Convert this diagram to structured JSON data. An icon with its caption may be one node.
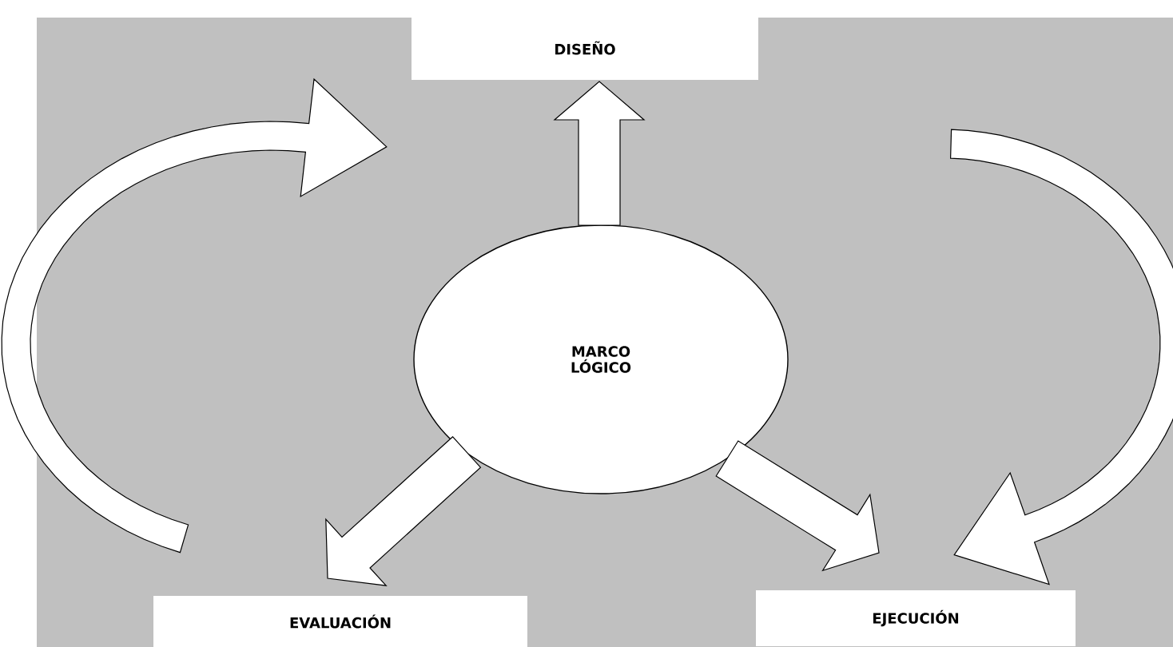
{
  "diagram": {
    "nodes": [
      {
        "text": [
          "DISEÑO"
        ]
      },
      {
        "text": [
          "MARCO LÓGICO"
        ]
      },
      {
        "text": [
          "EVALUACIÓN"
        ]
      },
      {
        "text": [
          "EJECUCIÓN"
        ]
      }
    ],
    "edges": [
      {
        "from": 1,
        "to": 0,
        "arrow": "to"
      },
      {
        "from": 1,
        "to": 2,
        "arrow": "to"
      },
      {
        "from": 1,
        "to": 3,
        "arrow": "to"
      }
    ]
  }
}
